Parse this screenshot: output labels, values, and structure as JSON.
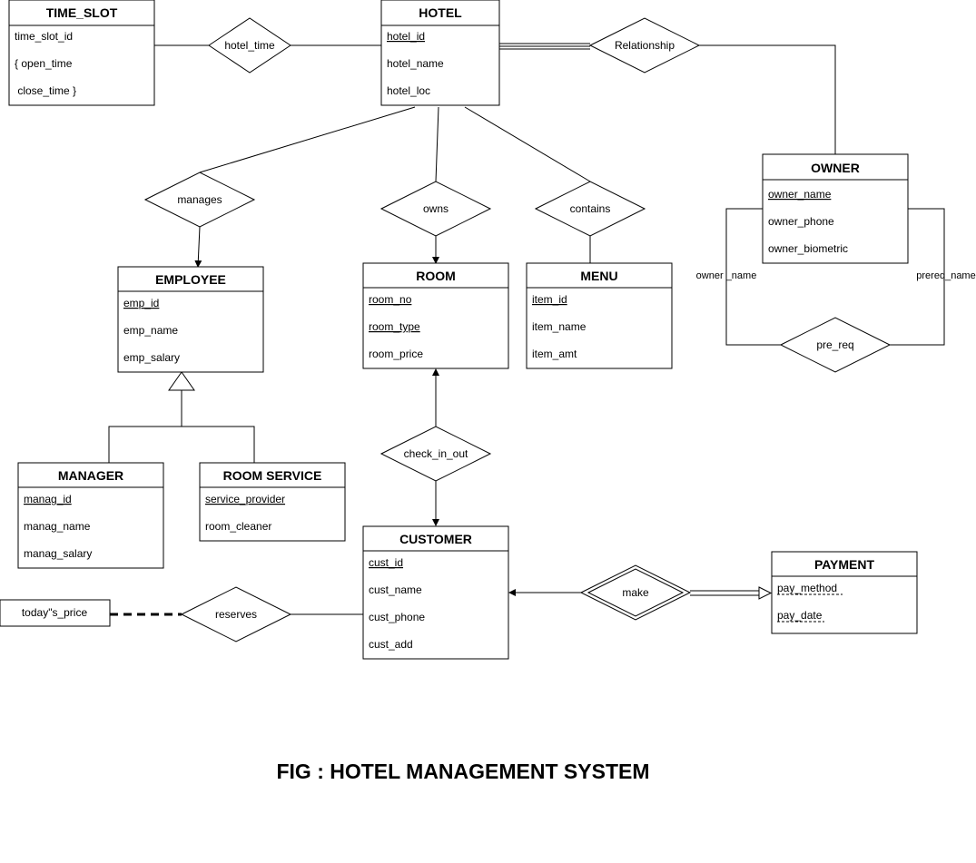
{
  "caption": "FIG : HOTEL MANAGEMENT SYSTEM",
  "entities": {
    "time_slot": {
      "title": "TIME_SLOT",
      "attrs": [
        "time_slot_id",
        "{ open_time",
        " close_time }"
      ]
    },
    "hotel": {
      "title": "HOTEL",
      "attrs": [
        "hotel_id",
        "hotel_name",
        "hotel_loc"
      ]
    },
    "owner": {
      "title": "OWNER",
      "attrs": [
        "owner_name",
        "owner_phone",
        "owner_biometric"
      ]
    },
    "employee": {
      "title": "EMPLOYEE",
      "attrs": [
        "emp_id",
        "emp_name",
        "emp_salary"
      ]
    },
    "room": {
      "title": "ROOM",
      "attrs": [
        "room_no",
        "room_type",
        "room_price"
      ]
    },
    "menu": {
      "title": "MENU",
      "attrs": [
        "item_id",
        "item_name",
        "item_amt"
      ]
    },
    "manager": {
      "title": "MANAGER",
      "attrs": [
        "manag_id",
        "manag_name",
        "manag_salary"
      ]
    },
    "room_service": {
      "title": "ROOM SERVICE",
      "attrs": [
        "service_provider",
        "room_cleaner"
      ]
    },
    "customer": {
      "title": "CUSTOMER",
      "attrs": [
        "cust_id",
        "cust_name",
        "cust_phone",
        "cust_add"
      ]
    },
    "payment": {
      "title": "PAYMENT",
      "attrs": [
        "pay_method",
        "pay_date"
      ]
    }
  },
  "relationships": {
    "hotel_time": "hotel_time",
    "relationship": "Relationship",
    "manages": "manages",
    "owns": "owns",
    "contains": "contains",
    "pre_req": "pre_req",
    "check_in_out": "check_in_out",
    "reserves": "reserves",
    "make": "make"
  },
  "labels": {
    "owner_name_edge": "owner _name",
    "prereq_name_edge": "prereq_name",
    "todays_price": "today\"s_price"
  }
}
